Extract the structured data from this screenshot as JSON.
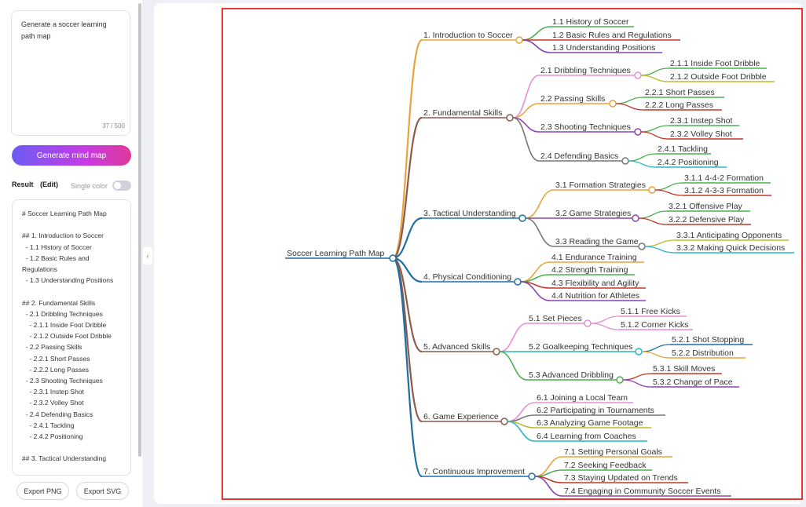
{
  "prompt": {
    "text": "Generate a soccer learning path map",
    "count": "37 / 500"
  },
  "generate_button": "Generate mind map",
  "result": {
    "label": "Result",
    "edit": "(Edit)",
    "single_color": "Single color"
  },
  "markdown_lines": [
    "# Soccer Learning Path Map",
    "",
    "## 1. Introduction to Soccer",
    "  - 1.1 History of Soccer",
    "  - 1.2 Basic Rules and Regulations",
    "  - 1.3 Understanding Positions",
    "",
    "## 2. Fundamental Skills",
    "  - 2.1 Dribbling Techniques",
    "    - 2.1.1 Inside Foot Dribble",
    "    - 2.1.2 Outside Foot Dribble",
    "  - 2.2 Passing Skills",
    "    - 2.2.1 Short Passes",
    "    - 2.2.2 Long Passes",
    "  - 2.3 Shooting Techniques",
    "    - 2.3.1 Instep Shot",
    "    - 2.3.2 Volley Shot",
    "  - 2.4 Defending Basics",
    "    - 2.4.1 Tackling",
    "    - 2.4.2 Positioning",
    "",
    "## 3. Tactical Understanding"
  ],
  "export_png": "Export PNG",
  "export_svg": "Export SVG",
  "collapse_icon": "‹",
  "mindmap": {
    "root": "Soccer Learning Path Map",
    "branches": [
      {
        "label": "1. Introduction to Soccer",
        "color": "#e8a33d",
        "children": [
          {
            "label": "1.1 History of Soccer",
            "color": "#4caf50"
          },
          {
            "label": "1.2 Basic Rules and Regulations",
            "color": "#c0392b"
          },
          {
            "label": "1.3 Understanding Positions",
            "color": "#8e44ad"
          }
        ]
      },
      {
        "label": "2. Fundamental Skills",
        "color": "#8d5a4b",
        "children": [
          {
            "label": "2.1 Dribbling Techniques",
            "color": "#e68fd6",
            "children": [
              {
                "label": "2.1.1 Inside Foot Dribble",
                "color": "#4caf50"
              },
              {
                "label": "2.1.2 Outside Foot Dribble",
                "color": "#b5bd2a"
              }
            ]
          },
          {
            "label": "2.2 Passing Skills",
            "color": "#e8a33d",
            "children": [
              {
                "label": "2.2.1 Short Passes",
                "color": "#4caf50"
              },
              {
                "label": "2.2.2 Long Passes",
                "color": "#c0392b"
              }
            ]
          },
          {
            "label": "2.3 Shooting Techniques",
            "color": "#8e44ad",
            "children": [
              {
                "label": "2.3.1 Instep Shot",
                "color": "#4caf50"
              },
              {
                "label": "2.3.2 Volley Shot",
                "color": "#c0392b"
              }
            ]
          },
          {
            "label": "2.4 Defending Basics",
            "color": "#777777",
            "children": [
              {
                "label": "2.4.1 Tackling",
                "color": "#4caf50"
              },
              {
                "label": "2.4.2 Positioning",
                "color": "#2bb5c6"
              }
            ]
          }
        ]
      },
      {
        "label": "3. Tactical Understanding",
        "color": "#1f6fa5",
        "children": [
          {
            "label": "3.1 Formation Strategies",
            "color": "#e8a33d",
            "children": [
              {
                "label": "3.1.1 4-4-2 Formation",
                "color": "#4caf50"
              },
              {
                "label": "3.1.2 4-3-3 Formation",
                "color": "#c0392b"
              }
            ]
          },
          {
            "label": "3.2 Game Strategies",
            "color": "#8e44ad",
            "children": [
              {
                "label": "3.2.1 Offensive Play",
                "color": "#4caf50"
              },
              {
                "label": "3.2.2 Defensive Play",
                "color": "#c0392b"
              }
            ]
          },
          {
            "label": "3.3 Reading the Game",
            "color": "#777777",
            "children": [
              {
                "label": "3.3.1 Anticipating Opponents",
                "color": "#b5bd2a"
              },
              {
                "label": "3.3.2 Making Quick Decisions",
                "color": "#2bb5c6"
              }
            ]
          }
        ]
      },
      {
        "label": "4. Physical Conditioning",
        "color": "#1f6fa5",
        "children": [
          {
            "label": "4.1 Endurance Training",
            "color": "#e8a33d"
          },
          {
            "label": "4.2 Strength Training",
            "color": "#4caf50"
          },
          {
            "label": "4.3 Flexibility and Agility",
            "color": "#c0392b"
          },
          {
            "label": "4.4 Nutrition for Athletes",
            "color": "#8e44ad"
          }
        ]
      },
      {
        "label": "5. Advanced Skills",
        "color": "#8d5a4b",
        "children": [
          {
            "label": "5.1 Set Pieces",
            "color": "#e68fd6",
            "children": [
              {
                "label": "5.1.1 Free Kicks",
                "color": "#e68fd6"
              },
              {
                "label": "5.1.2 Corner Kicks",
                "color": "#e68fd6"
              }
            ]
          },
          {
            "label": "5.2 Goalkeeping Techniques",
            "color": "#2bb5c6",
            "children": [
              {
                "label": "5.2.1 Shot Stopping",
                "color": "#1f6fa5"
              },
              {
                "label": "5.2.2 Distribution",
                "color": "#e8a33d"
              }
            ]
          },
          {
            "label": "5.3 Advanced Dribbling",
            "color": "#4caf50",
            "children": [
              {
                "label": "5.3.1 Skill Moves",
                "color": "#c0392b"
              },
              {
                "label": "5.3.2 Change of Pace",
                "color": "#8e44ad"
              }
            ]
          }
        ]
      },
      {
        "label": "6. Game Experience",
        "color": "#8d5a4b",
        "children": [
          {
            "label": "6.1 Joining a Local Team",
            "color": "#e68fd6"
          },
          {
            "label": "6.2 Participating in Tournaments",
            "color": "#777777"
          },
          {
            "label": "6.3 Analyzing Game Footage",
            "color": "#b5bd2a"
          },
          {
            "label": "6.4 Learning from Coaches",
            "color": "#2bb5c6"
          }
        ]
      },
      {
        "label": "7. Continuous Improvement",
        "color": "#1f6fa5",
        "children": [
          {
            "label": "7.1 Setting Personal Goals",
            "color": "#e8a33d"
          },
          {
            "label": "7.2 Seeking Feedback",
            "color": "#4caf50"
          },
          {
            "label": "7.3 Staying Updated on Trends",
            "color": "#c0392b"
          },
          {
            "label": "7.4 Engaging in Community Soccer Events",
            "color": "#8e44ad"
          }
        ]
      }
    ]
  }
}
